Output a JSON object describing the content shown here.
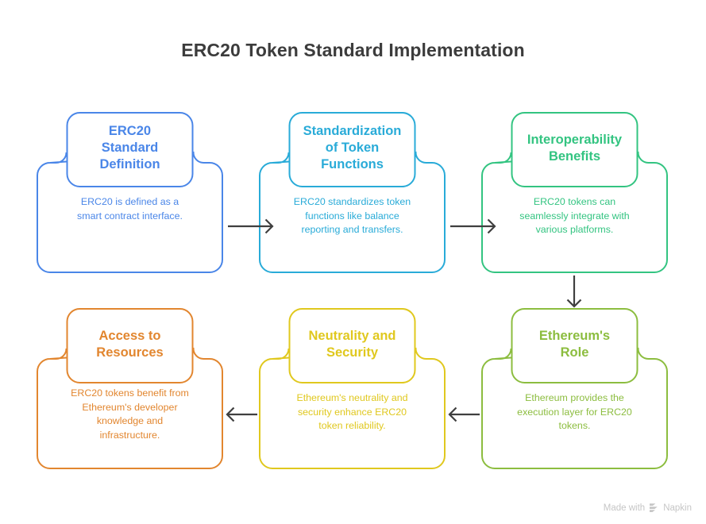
{
  "title": "ERC20 Token Standard Implementation",
  "watermark": {
    "text_before": "Made with",
    "brand": "Napkin",
    "logo_icon": "napkin-chevron-logo"
  },
  "nodes": [
    {
      "id": "erc20-standard-definition",
      "header": "ERC20\nStandard\nDefinition",
      "header_lines": [
        "ERC20",
        "Standard",
        "Definition"
      ],
      "body": "ERC20 is defined as a smart contract interface.",
      "body_lines": [
        "ERC20 is defined as a",
        "smart contract interface."
      ],
      "color": "#4a86e8"
    },
    {
      "id": "standardization-of-token-functions",
      "header": "Standardization\nof Token\nFunctions",
      "header_lines": [
        "Standardization",
        "of Token",
        "Functions"
      ],
      "body": "ERC20 standardizes token functions like balance reporting and transfers.",
      "body_lines": [
        "ERC20 standardizes token",
        "functions like balance",
        "reporting and transfers."
      ],
      "color": "#29abd8"
    },
    {
      "id": "interoperability-benefits",
      "header": "Interoperability\nBenefits",
      "header_lines": [
        "Interoperability",
        "Benefits"
      ],
      "body": "ERC20 tokens can seamlessly integrate with various platforms.",
      "body_lines": [
        "ERC20 tokens can",
        "seamlessly integrate with",
        "various platforms."
      ],
      "color": "#33c481"
    },
    {
      "id": "ethereums-role",
      "header": "Ethereum's\nRole",
      "header_lines": [
        "Ethereum's",
        "Role"
      ],
      "body": "Ethereum provides the execution layer for ERC20 tokens.",
      "body_lines": [
        "Ethereum provides the",
        "execution layer for ERC20",
        "tokens."
      ],
      "color": "#8cbd3f"
    },
    {
      "id": "neutrality-and-security",
      "header": "Neutrality and\nSecurity",
      "header_lines": [
        "Neutrality and",
        "Security"
      ],
      "body": "Ethereum's neutrality and security enhance ERC20 token reliability.",
      "body_lines": [
        "Ethereum's neutrality and",
        "security enhance ERC20",
        "token reliability."
      ],
      "color": "#e0c81e"
    },
    {
      "id": "access-to-resources",
      "header": "Access to\nResources",
      "header_lines": [
        "Access to",
        "Resources"
      ],
      "body": "ERC20 tokens benefit from Ethereum's developer knowledge and infrastructure.",
      "body_lines": [
        "ERC20 tokens benefit from",
        "Ethereum's developer",
        "knowledge and",
        "infrastructure."
      ],
      "color": "#e2862f"
    }
  ],
  "connectors": [
    {
      "id": "arrow-definition-to-standardization",
      "direction": "right"
    },
    {
      "id": "arrow-standardization-to-interoperability",
      "direction": "right"
    },
    {
      "id": "arrow-interoperability-to-ethereums-role",
      "direction": "down"
    },
    {
      "id": "arrow-ethereums-role-to-neutrality",
      "direction": "left"
    },
    {
      "id": "arrow-neutrality-to-access",
      "direction": "left"
    }
  ],
  "arrow_color": "#3f3f3f"
}
